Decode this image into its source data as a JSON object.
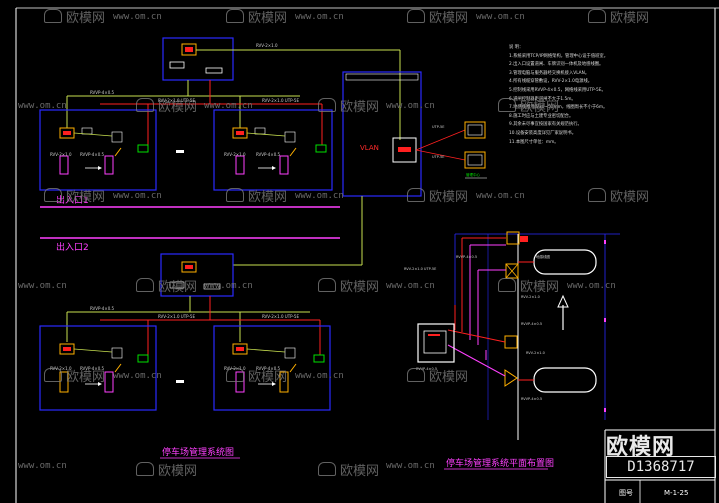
{
  "labels": {
    "vlan": "VLAN",
    "exit_1": "出入口1",
    "exit_2": "出入口2",
    "title_left": "停车场管理系统图",
    "title_right": "停车场管理系统平面布置图",
    "drawing_no_label": "图号",
    "drawing_no": "M-1-25",
    "notes_heading": "说 明："
  },
  "watermark": {
    "brand": "欧模网",
    "url": "www.om.cn",
    "id": "D1368717"
  },
  "notes_lines": [
    "1.系统采用TCP/IP网络架构，管理中心设于值班室。",
    "2.出入口设置道闸、车牌识别一体机及地感线圈。",
    "3.管理电脑与服务器经交换机接入VLAN。",
    "4.所有线缆穿管敷设，RVV-2×1.0电源线。",
    "5.控制线采用RVVP-4×0.5，网络线采用UTP-5E。",
    "6.道闸控制器距道闸不大于1.5m。",
    "7.地感线圈埋深30~50mm，线圈周长不小于6m。",
    "8.施工时应与土建专业密切配合。",
    "9.其余未尽事宜按国家有关规范执行。",
    "10.设备安装高度详见厂家说明书。",
    "11.本图尺寸单位：mm。"
  ]
}
